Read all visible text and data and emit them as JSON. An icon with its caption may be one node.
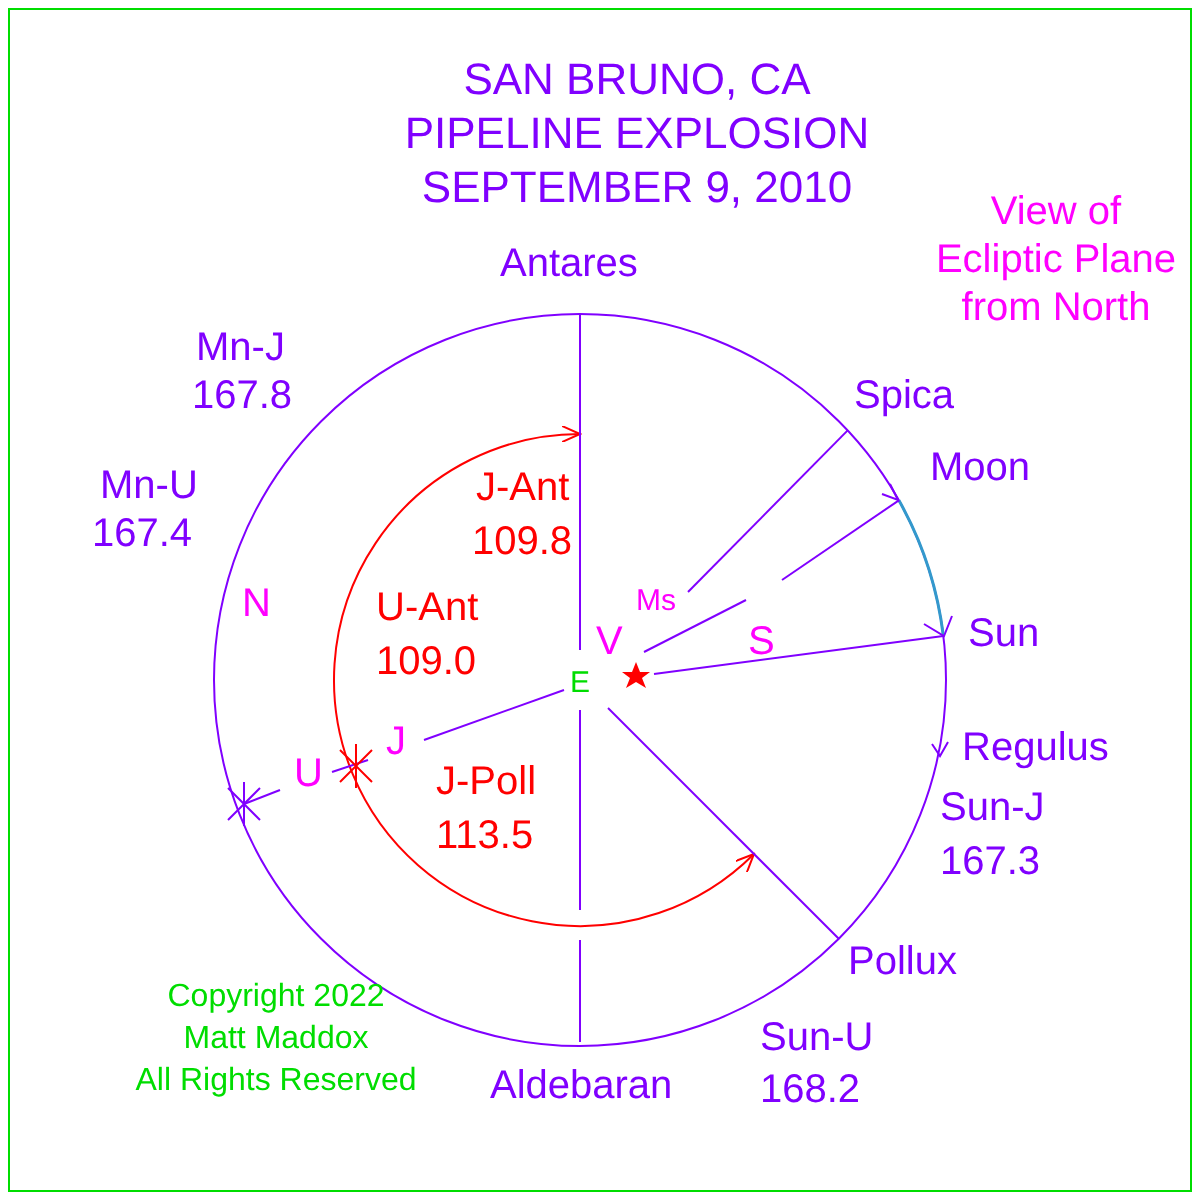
{
  "diagram": {
    "title": "SAN BRUNO, CA PIPELINE EXPLOSION SEPTEMBER 9, 2010",
    "labels": [
      "View of",
      "Ecliptic Plane",
      "from North",
      "Antares",
      "Mn-J",
      "167.8",
      "Mn-U",
      "167.4",
      "N",
      "Spica",
      "Moon",
      "J-Ant",
      "109.8",
      "U-Ant",
      "109.0",
      "Ms",
      "S",
      "V",
      "E",
      "Sun",
      "J",
      "U",
      "Regulus",
      "J-Poll",
      "113.5",
      "Sun-J",
      "167.3",
      "Pollux",
      "Copyright 2022",
      "Matt Maddox",
      "All Rights Reserved",
      "Aldebaran",
      "Sun-U",
      "168.2"
    ]
  }
}
